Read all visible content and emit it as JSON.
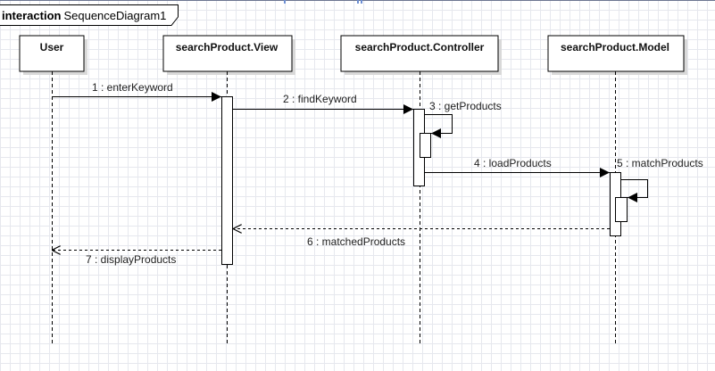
{
  "frame": {
    "keyword": "interaction",
    "name": "SequenceDiagram1"
  },
  "lifelines": [
    {
      "id": "user",
      "name": "User"
    },
    {
      "id": "view",
      "name": "searchProduct.View"
    },
    {
      "id": "controller",
      "name": "searchProduct.Controller"
    },
    {
      "id": "model",
      "name": "searchProduct.Model"
    }
  ],
  "messages": [
    {
      "seq": 1,
      "label": "1 : enterKeyword",
      "from": "user",
      "to": "view",
      "kind": "sync"
    },
    {
      "seq": 2,
      "label": "2 : findKeyword",
      "from": "view",
      "to": "controller",
      "kind": "sync"
    },
    {
      "seq": 3,
      "label": "3 : getProducts",
      "from": "controller",
      "to": "controller",
      "kind": "self"
    },
    {
      "seq": 4,
      "label": "4 : loadProducts",
      "from": "controller",
      "to": "model",
      "kind": "sync"
    },
    {
      "seq": 5,
      "label": "5 : matchProducts",
      "from": "model",
      "to": "model",
      "kind": "self"
    },
    {
      "seq": 6,
      "label": "6 : matchedProducts",
      "from": "model",
      "to": "view",
      "kind": "return"
    },
    {
      "seq": 7,
      "label": "7 : displayProducts",
      "from": "view",
      "to": "user",
      "kind": "return"
    }
  ],
  "colors": {
    "line": "#000000",
    "box_fill": "#ffffff",
    "box_shadow": "#d9d9d9",
    "grid": "#e6e8ee"
  }
}
